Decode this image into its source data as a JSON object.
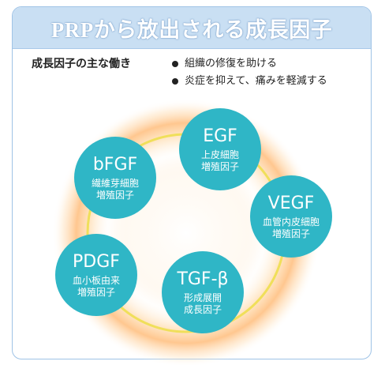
{
  "header": {
    "title": "PRPから放出される成長因子"
  },
  "effects": {
    "label": "成長因子の主な働き",
    "items": [
      "組織の修復を助ける",
      "炎症を抑えて、痛みを軽減する"
    ]
  },
  "diagram": {
    "ring_color": "#f0df5a",
    "glow_color": "#ffb46a",
    "node_color": "#2fb6c6",
    "nodes": [
      {
        "name": "EGF",
        "desc_line1": "上皮細胞",
        "desc_line2": "増殖因子"
      },
      {
        "name": "VEGF",
        "desc_line1": "血管内皮細胞",
        "desc_line2": "増殖因子"
      },
      {
        "name": "TGF-β",
        "desc_line1": "形成展開",
        "desc_line2": "成長因子"
      },
      {
        "name": "PDGF",
        "desc_line1": "血小板由来",
        "desc_line2": "増殖因子"
      },
      {
        "name": "bFGF",
        "desc_line1": "繊維芽細胞",
        "desc_line2": "増殖因子"
      }
    ]
  }
}
